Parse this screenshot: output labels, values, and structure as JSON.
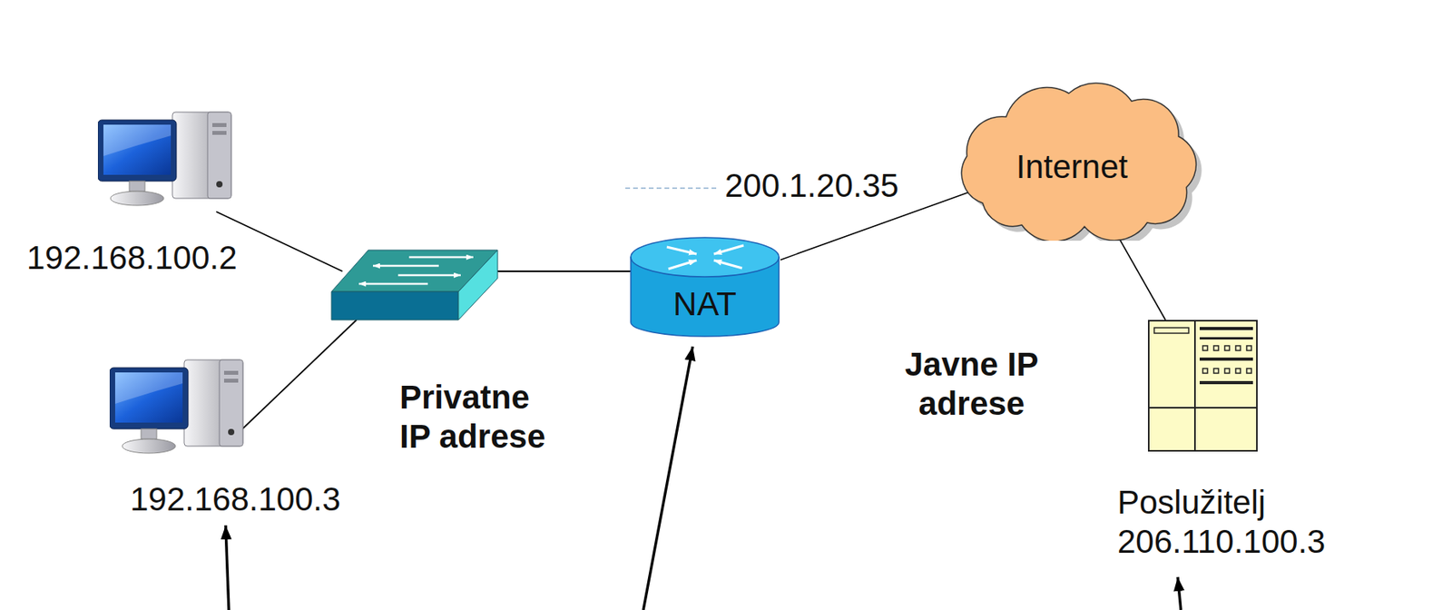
{
  "diagram": {
    "nodes": [
      {
        "text": [
          "Privatne IP adrese"
        ]
      },
      {
        "text": [
          "192.168.100.2"
        ],
        "in": 0
      },
      {
        "text": [
          "192.168.100.3"
        ],
        "in": 0
      },
      {
        "text": [
          "NAT"
        ]
      },
      {
        "text": [
          "Javne IP adrese"
        ]
      },
      {
        "text": [
          "Internet"
        ],
        "in": 4
      },
      {
        "text": [
          "Poslužitelj 206.110.100.3"
        ],
        "in": 4
      }
    ],
    "edges": [
      {
        "from": 3,
        "to": 5,
        "label": "200.1.20.35",
        "arrow": "none"
      },
      {
        "from": 5,
        "to": 6,
        "arrow": "none"
      }
    ]
  }
}
